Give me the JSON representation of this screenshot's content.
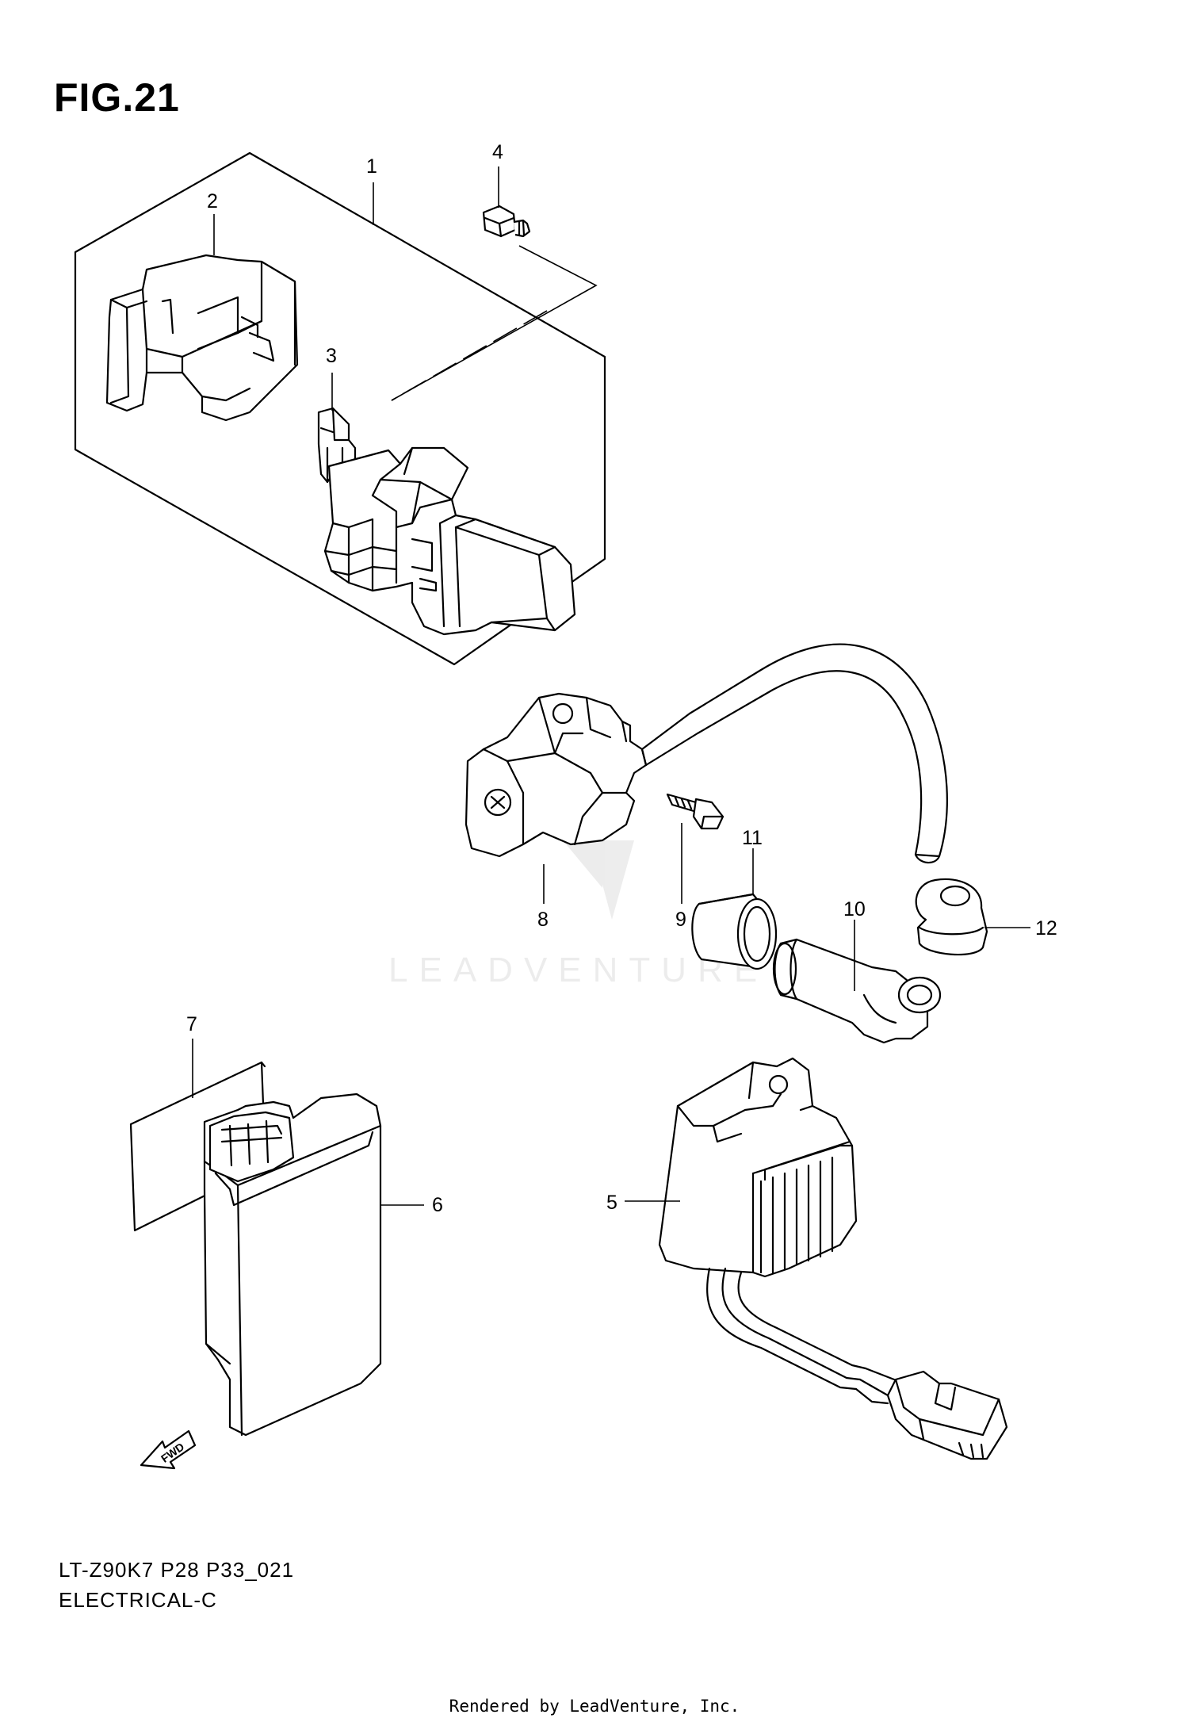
{
  "figure": {
    "title": "FIG.21",
    "model_code": "LT-Z90K7 P28 P33_021",
    "section": "ELECTRICAL-C"
  },
  "callouts": {
    "c1": "1",
    "c2": "2",
    "c3": "3",
    "c4": "4",
    "c5": "5",
    "c6": "6",
    "c7": "7",
    "c8": "8",
    "c9": "9",
    "c10": "10",
    "c11": "11",
    "c12": "12"
  },
  "fwd_label": "FWD",
  "watermark": "LEADVENTURE",
  "footer": {
    "rendered_by": "Rendered by LeadVenture, Inc."
  }
}
